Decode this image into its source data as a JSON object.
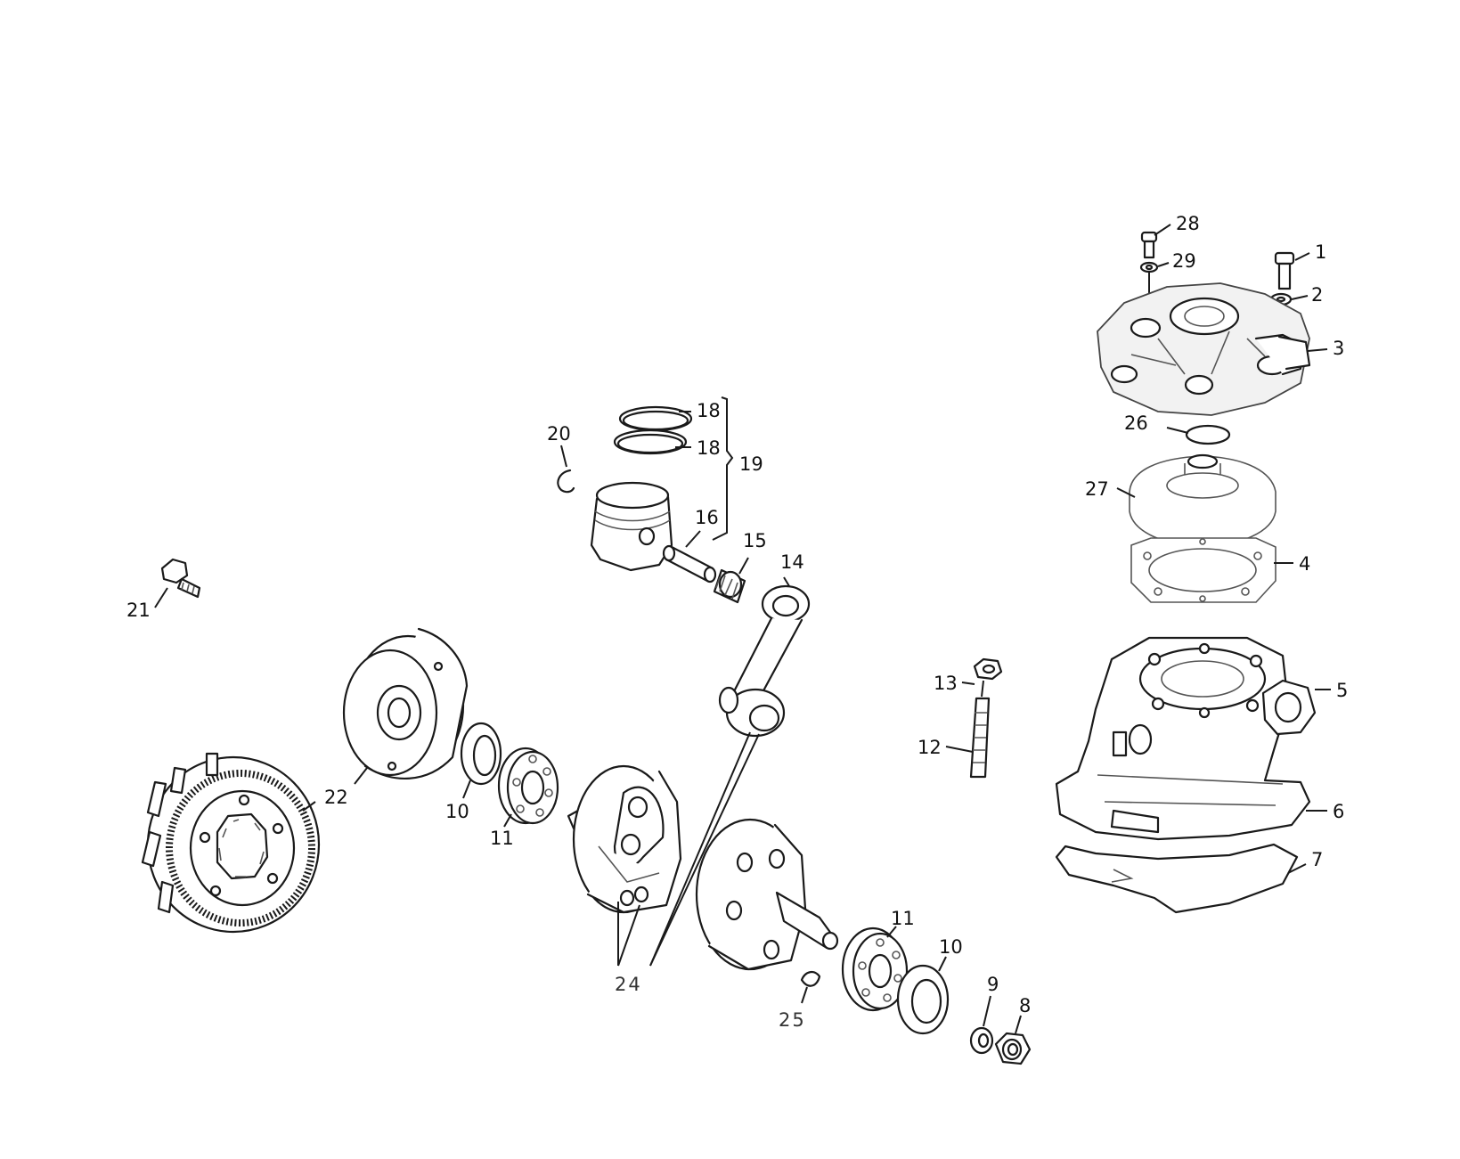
{
  "diagram": {
    "callouts": {
      "c1": "1",
      "c2": "2",
      "c3": "3",
      "c4": "4",
      "c5": "5",
      "c6": "6",
      "c7": "7",
      "c8": "8",
      "c9": "9",
      "c10a": "10",
      "c10b": "10",
      "c11a": "11",
      "c11b": "11",
      "c12": "12",
      "c13": "13",
      "c14": "14",
      "c15": "15",
      "c16": "16",
      "c18a": "18",
      "c18b": "18",
      "c19": "19",
      "c20": "20",
      "c21": "21",
      "c22": "22",
      "c24": "24",
      "c25": "25",
      "c26": "26",
      "c27": "27",
      "c28": "28",
      "c29": "29"
    }
  }
}
